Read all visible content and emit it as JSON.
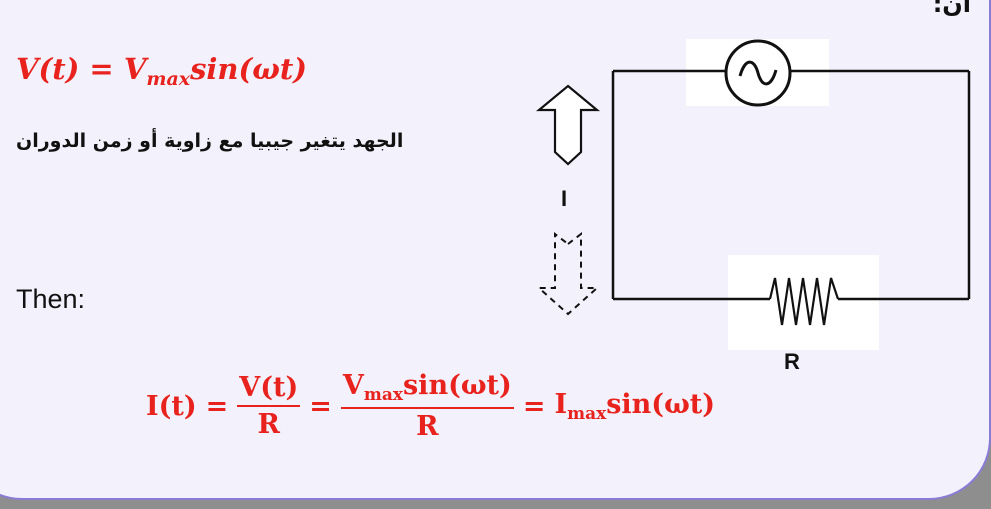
{
  "header": {
    "arabic_fragment": "أن:"
  },
  "voltage_equation": {
    "lhs": "V(t) = V",
    "sub": "max",
    "rhs": "sin(ωt)"
  },
  "arabic_description": "الجهد يتغير جيبيا مع زاوية  أو زمن الدوران",
  "then_label": "Then:",
  "current_equation": {
    "lhs": "I(t)",
    "eq1": "=",
    "frac1_num": "V(t)",
    "frac1_den": "R",
    "eq2": "=",
    "frac2_num_main": "V",
    "frac2_num_sub": "max",
    "frac2_num_rest": "sin(ωt)",
    "frac2_den": "R",
    "eq3": "=",
    "result_main": "I",
    "result_sub": "max",
    "result_rest": "sin(ωt)"
  },
  "circuit": {
    "current_label": "I",
    "resistor_label": "R",
    "source_icon": "ac-source-icon",
    "resistor_icon": "resistor-icon"
  },
  "colors": {
    "equation": "#e8221c",
    "text": "#111111",
    "slide_bg": "#f3f1fc",
    "slide_border": "#8a7cd6",
    "outer_bg": "#8e8e8e"
  }
}
